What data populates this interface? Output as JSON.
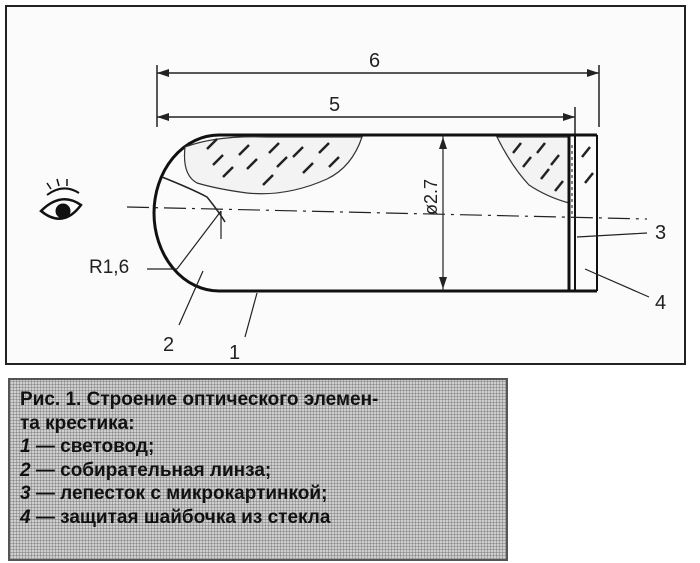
{
  "drawing": {
    "dimension_overall": "6",
    "dimension_body": "5",
    "diameter_label": "ø2.7",
    "radius_label": "R1,6",
    "callouts": [
      "1",
      "2",
      "3",
      "4"
    ]
  },
  "caption": {
    "title_line1": "Рис. 1. Строение оптического элемен-",
    "title_line2": "та крестика:",
    "items": [
      {
        "num": "1",
        "text": " — световод;"
      },
      {
        "num": "2",
        "text": " — собирательная линза;"
      },
      {
        "num": "3",
        "text": " — лепесток с микрокартинкой;"
      },
      {
        "num": "4",
        "text": " — защитая шайбочка из стекла"
      }
    ]
  }
}
